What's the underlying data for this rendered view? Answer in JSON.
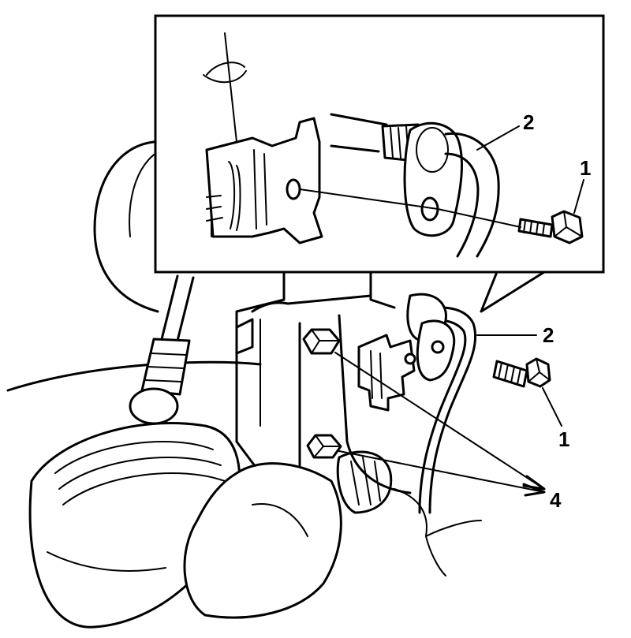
{
  "callouts": {
    "inset_bolt": "1",
    "inset_pipe": "2",
    "main_pipe": "2",
    "main_bolt": "1",
    "caliper_bolts": "4"
  },
  "colors": {
    "stroke": "#000000",
    "background": "#ffffff"
  }
}
